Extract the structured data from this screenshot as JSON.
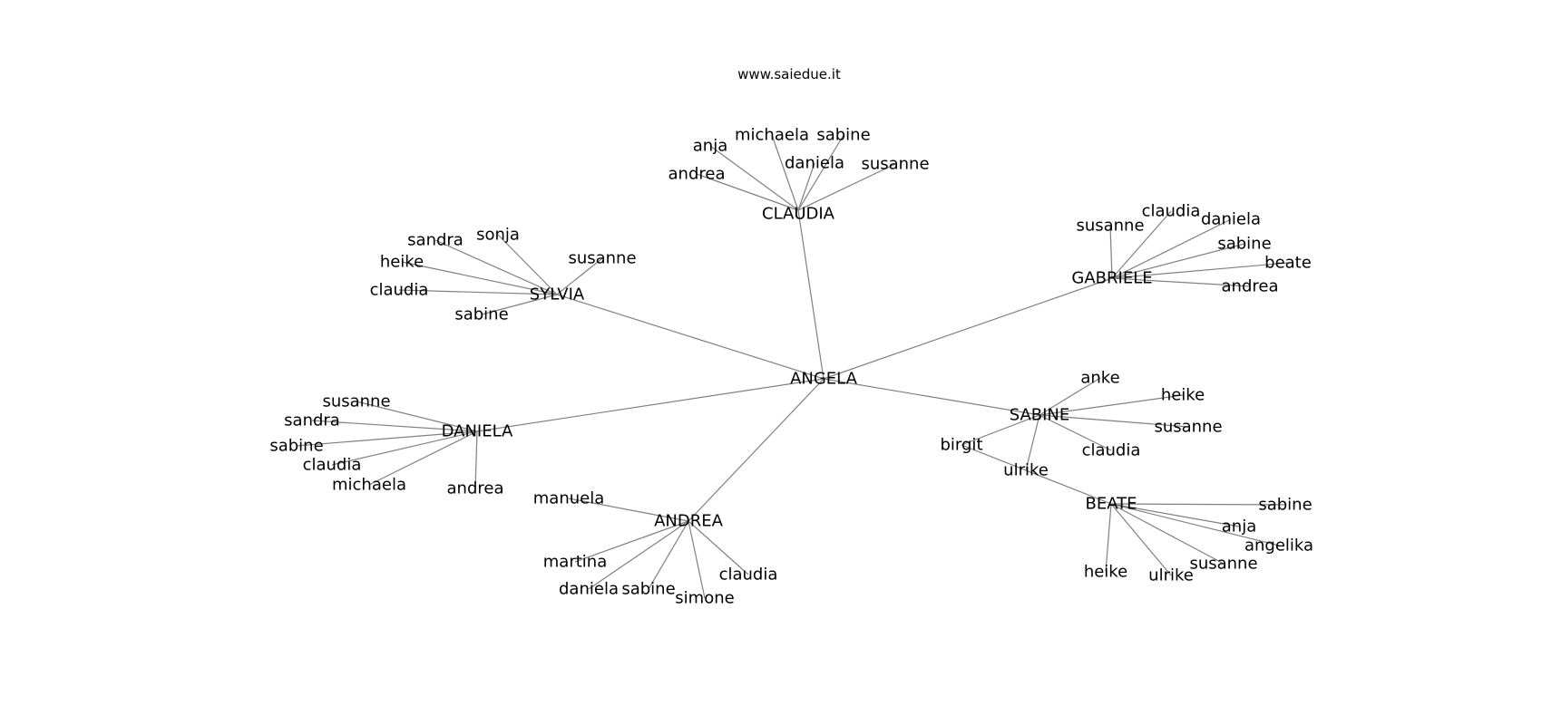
{
  "title": "www.saiedue.it",
  "edge_color": "#808080",
  "text_color": "#000000",
  "background": "#ffffff",
  "graph": {
    "root": "ANGELA",
    "nodes": {
      "ANGELA": {
        "children": [
          "CLAUDIA",
          "SYLVIA",
          "GABRIELE",
          "DANIELA",
          "SABINE",
          "ANDREA"
        ]
      },
      "CLAUDIA": {
        "children": [
          "anja",
          "michaela",
          "sabine",
          "daniela",
          "susanne",
          "andrea"
        ]
      },
      "SYLVIA": {
        "children": [
          "sandra",
          "sonja",
          "susanne",
          "heike",
          "claudia",
          "sabine"
        ]
      },
      "GABRIELE": {
        "children": [
          "susanne",
          "claudia",
          "daniela",
          "sabine",
          "beate",
          "andrea"
        ]
      },
      "DANIELA": {
        "children": [
          "susanne",
          "sandra",
          "sabine",
          "claudia",
          "michaela",
          "andrea"
        ]
      },
      "SABINE": {
        "children": [
          "anke",
          "heike",
          "susanne",
          "claudia",
          "birgit",
          "ulrike"
        ]
      },
      "ANDREA": {
        "children": [
          "manuela",
          "martina",
          "daniela",
          "sabine",
          "simone",
          "claudia"
        ]
      },
      "BEATE": {
        "children": [
          "sabine",
          "anja",
          "angelika",
          "susanne",
          "ulrike",
          "heike"
        ]
      },
      "birgit": {
        "children": [
          "BEATE"
        ]
      }
    }
  }
}
